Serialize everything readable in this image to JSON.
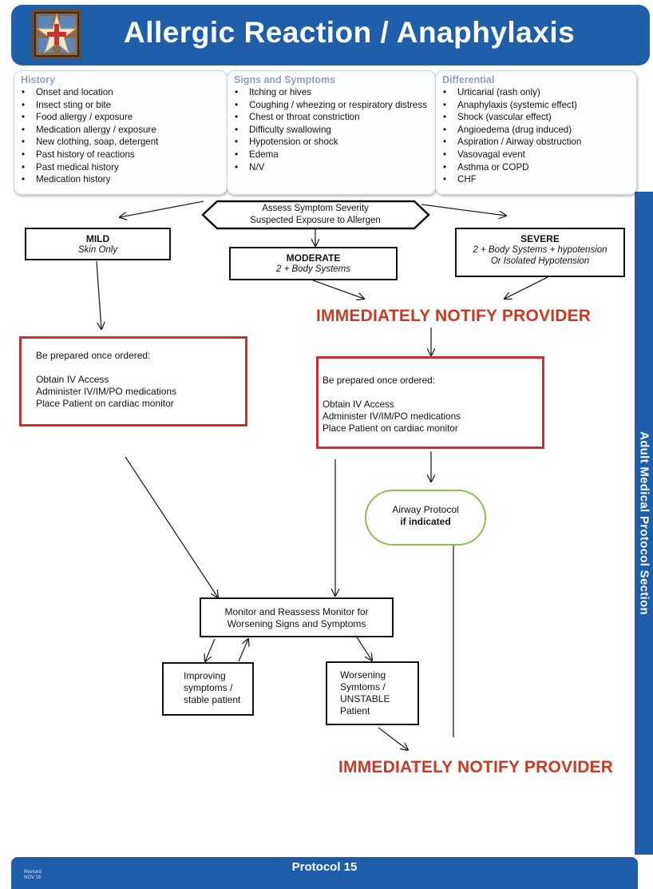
{
  "title": "Allergic Reaction / Anaphylaxis",
  "side_label": "Adult Medical Protocol Section",
  "footer": {
    "protocol": "Protocol 15",
    "revised_label": "Revised",
    "revised_date": "NOV 16"
  },
  "history": {
    "heading": "History",
    "items": [
      "Onset and location",
      "Insect sting or bite",
      "Food allergy / exposure",
      "Medication allergy / exposure",
      "New clothing, soap, detergent",
      "Past history of reactions",
      "Past medical history",
      "Medication history"
    ]
  },
  "signs": {
    "heading": "Signs and Symptoms",
    "items": [
      "Itching or hives",
      "Coughing / wheezing or respiratory distress",
      "Chest or throat constriction",
      "Difficulty swallowing",
      "Hypotension or shock",
      "Edema",
      "N/V"
    ]
  },
  "differential": {
    "heading": "Differential",
    "items": [
      "Urticarial (rash only)",
      "Anaphylaxis (systemic effect)",
      "Shock (vascular effect)",
      "Angioedema (drug induced)",
      "Aspiration / Airway obstruction",
      "Vasovagal event",
      "Asthma or COPD",
      "CHF"
    ]
  },
  "assess": {
    "line1": "Assess Symptom Severity",
    "line2": "Suspected Exposure to Allergen"
  },
  "mild": {
    "title": "MILD",
    "subtitle": "Skin Only"
  },
  "moderate": {
    "title": "MODERATE",
    "subtitle": "2 + Body Systems"
  },
  "severe": {
    "title": "SEVERE",
    "subtitle1": "2 + Body Systems + hypotension",
    "subtitle2": "Or Isolated Hypotension"
  },
  "notify_1": "IMMEDIATELY NOTIFY PROVIDER",
  "notify_2": "IMMEDIATELY NOTIFY PROVIDER",
  "prep_left": {
    "heading": "Be prepared once ordered:",
    "line1": "Obtain IV Access",
    "line2": "Administer IV/IM/PO  medications",
    "line3": "Place Patient on cardiac monitor"
  },
  "prep_right": {
    "heading": "Be prepared once ordered:",
    "line1": "Obtain IV Access",
    "line2": "Administer IV/IM/PO  medications",
    "line3": "Place Patient on cardiac monitor"
  },
  "airway": {
    "line1": "Airway Protocol",
    "line2": "if indicated"
  },
  "monitor": {
    "line1": "Monitor and Reassess Monitor for",
    "line2": "Worsening Signs and Symptoms"
  },
  "improving": {
    "line1": "Improving",
    "line2": "symptoms /",
    "line3": "stable patient"
  },
  "worsening": {
    "line1": "Worsening",
    "line2": "Symtoms /",
    "line3": "UNSTABLE",
    "line4": "Patient"
  },
  "colors": {
    "header_blue": "#1f5ea8",
    "alert_red": "#c93a25",
    "box_red": "#c83030",
    "airway_green": "#8cbf52"
  }
}
